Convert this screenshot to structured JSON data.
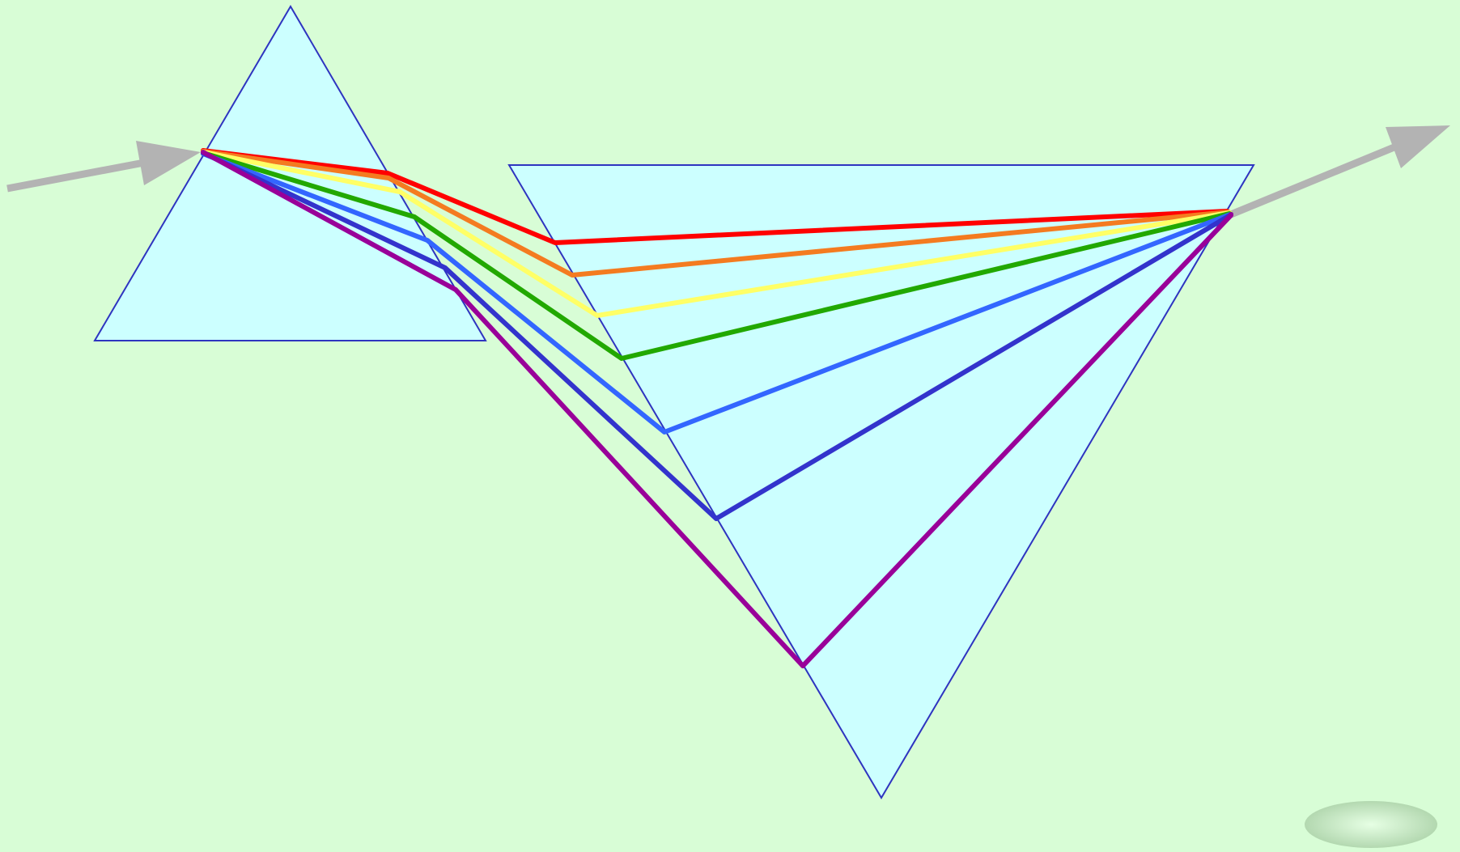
{
  "colors": {
    "background": "#d8fdd6",
    "prism_fill": "#ccffff",
    "prism_stroke": "#2e34c0",
    "white_light": "#b3b3b3",
    "nav_button": "#b9deb6"
  },
  "prisms": [
    {
      "name": "dispersing-prism",
      "orientation": "apex-up"
    },
    {
      "name": "recombining-prism",
      "orientation": "apex-down"
    }
  ],
  "rays": [
    {
      "name": "red",
      "color": "#ff0000"
    },
    {
      "name": "orange",
      "color": "#f47b20"
    },
    {
      "name": "yellow",
      "color": "#ffff66"
    },
    {
      "name": "green",
      "color": "#22a800"
    },
    {
      "name": "blue",
      "color": "#3366ff"
    },
    {
      "name": "indigo",
      "color": "#3333cc"
    },
    {
      "name": "violet",
      "color": "#990099"
    }
  ],
  "incoming_light": {
    "icon": "arrow-right-icon",
    "color": "#b3b3b3"
  },
  "outgoing_light": {
    "icon": "arrow-right-icon",
    "color": "#b3b3b3"
  },
  "nav_button": {
    "icon": "oval-button-icon"
  }
}
